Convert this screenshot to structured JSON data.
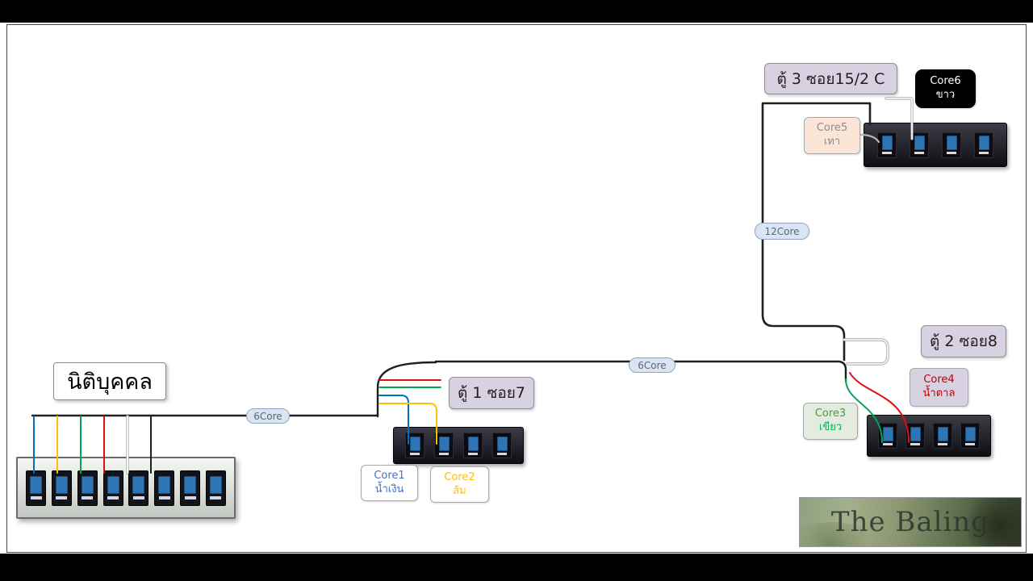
{
  "labels": {
    "cabinet3": "ตู้ 3 ซอย15/2 C",
    "cabinet2": "ตู้ 2 ซอย8",
    "cabinet1": "ตู้ 1 ซอย7",
    "office": "นิติบุคคล"
  },
  "cables": {
    "cable_12core": "12Core",
    "cable_6core_mid": "6Core",
    "cable_6core_left": "6Core"
  },
  "cores": {
    "core1": {
      "name": "Core1",
      "color_label": "น้ำเงิน",
      "color": "#4472c4"
    },
    "core2": {
      "name": "Core2",
      "color_label": "ส้ม",
      "color": "#ffc000"
    },
    "core3": {
      "name": "Core3",
      "color_label": "เขียว",
      "color": "#00b050"
    },
    "core4": {
      "name": "Core4",
      "color_label": "น้ำตาล",
      "color": "#c00000"
    },
    "core5": {
      "name": "Core5",
      "color_label": "เทา",
      "color": "#7f7f7f"
    },
    "core6": {
      "name": "Core6",
      "color_label": "ขาว",
      "color": "#ffffff"
    }
  },
  "wire_colors": {
    "blue": "#0070c0",
    "yellow": "#ffc000",
    "green": "#00a651",
    "red": "#e01010",
    "white": "#f5f5f5",
    "gray": "#b8b8b8",
    "casing": "#a8a8a8",
    "black": "#1f1f1f"
  },
  "photo": {
    "caption": "The Baling"
  }
}
